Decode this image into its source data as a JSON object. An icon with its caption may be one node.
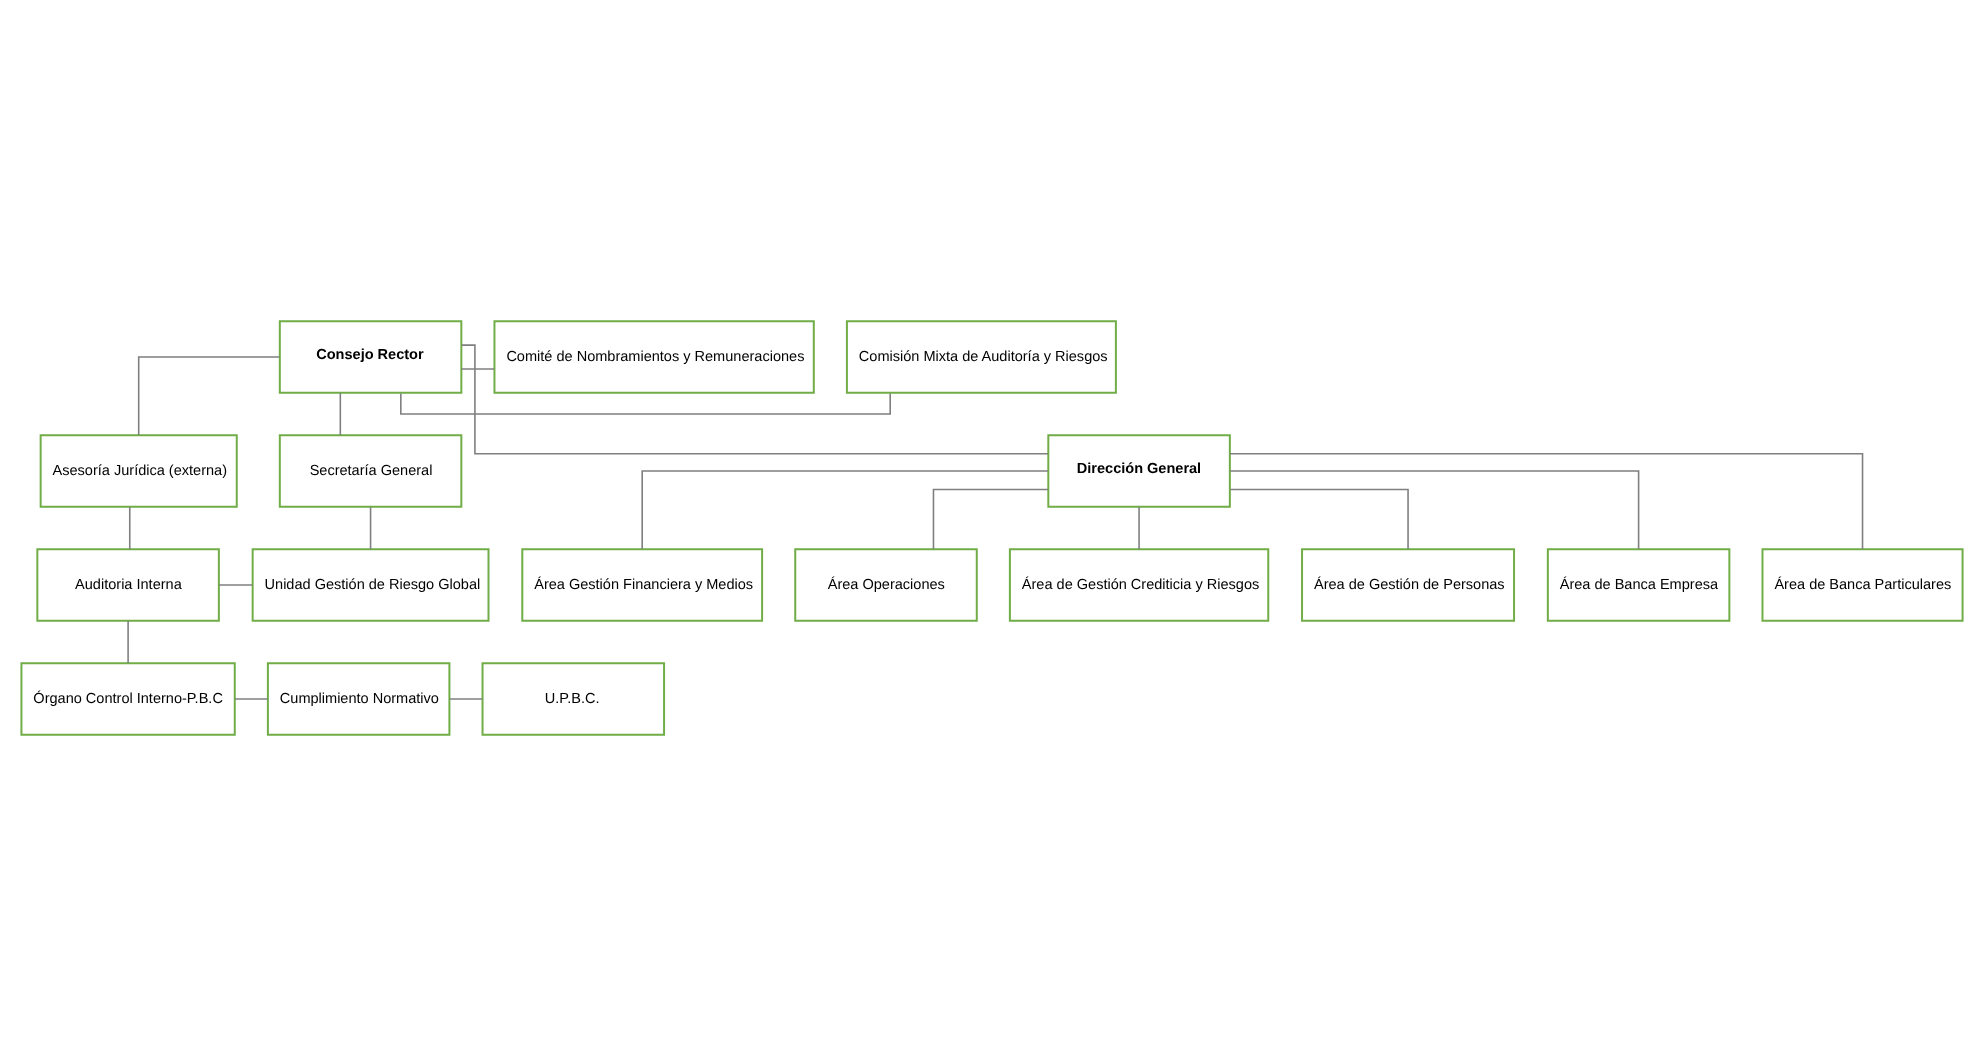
{
  "diagram": {
    "nodes": [
      {
        "text": [
          "Comisión Mixta de Auditoría y Riesgos"
        ]
      },
      {
        "text": [
          "Consejo Rector"
        ]
      },
      {
        "text": [
          "Comité de Nombramientos y Remuneraciones"
        ]
      },
      {
        "text": [
          "Asesoría Jurídica (externa)"
        ]
      },
      {
        "text": [
          "Secretaría General"
        ]
      },
      {
        "text": [
          "Auditoria Interna"
        ]
      },
      {
        "text": [
          "Unidad Gestión de Riesgo Global"
        ]
      },
      {
        "text": [
          "Órgano Control Interno-P.B.C"
        ]
      },
      {
        "text": [
          "Cumplimiento Normativo"
        ]
      },
      {
        "text": [
          "U.P.B.C."
        ]
      },
      {
        "text": [
          "Dirección General"
        ]
      },
      {
        "text": [
          "Área Gestión Financiera y Medios"
        ]
      },
      {
        "text": [
          "Área Operaciones"
        ]
      },
      {
        "text": [
          "Área de Gestión Crediticia y Riesgos"
        ]
      },
      {
        "text": [
          "Área de Gestión de Personas"
        ]
      },
      {
        "text": [
          "Área de Banca Empresa"
        ]
      },
      {
        "text": [
          "Área de Banca Particulares"
        ]
      }
    ],
    "edges": [
      {
        "from": 1,
        "to": 0,
        "arrow": "none"
      },
      {
        "from": 1,
        "to": 2,
        "arrow": "none"
      },
      {
        "from": 1,
        "to": 3,
        "arrow": "none"
      },
      {
        "from": 1,
        "to": 4,
        "arrow": "none"
      },
      {
        "from": 1,
        "to": 10,
        "arrow": "none"
      },
      {
        "from": 3,
        "to": 5,
        "arrow": "none"
      },
      {
        "from": 4,
        "to": 6,
        "arrow": "none"
      },
      {
        "from": 5,
        "to": 6,
        "arrow": "none"
      },
      {
        "from": 5,
        "to": 7,
        "arrow": "none"
      },
      {
        "from": 7,
        "to": 8,
        "arrow": "none"
      },
      {
        "from": 8,
        "to": 9,
        "arrow": "none"
      },
      {
        "from": 10,
        "to": 11,
        "arrow": "none"
      },
      {
        "from": 10,
        "to": 12,
        "arrow": "none"
      },
      {
        "from": 10,
        "to": 13,
        "arrow": "none"
      },
      {
        "from": 10,
        "to": 14,
        "arrow": "none"
      },
      {
        "from": 10,
        "to": 15,
        "arrow": "none"
      },
      {
        "from": 10,
        "to": 16,
        "arrow": "none"
      }
    ]
  }
}
